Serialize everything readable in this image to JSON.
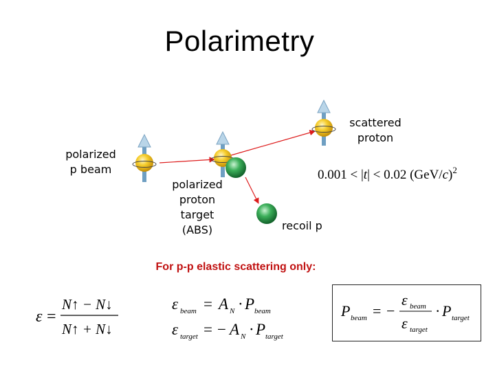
{
  "title": "Polarimetry",
  "labels": {
    "beam_line1": "polarized",
    "beam_line2": "p beam",
    "target_line1": "polarized",
    "target_line2": "proton",
    "target_line3": "target",
    "target_line4": "(ABS)",
    "scattered_line1": "scattered",
    "scattered_line2": "proton",
    "recoil": "recoil p"
  },
  "t_range": {
    "prefix": "0.001 < |",
    "variable": "t",
    "middle": "| < 0.02 (GeV/",
    "unit_var": "c",
    "suffix": ")",
    "exponent": "2"
  },
  "caption": "For p-p elastic scattering only:",
  "equations": {
    "epsilon": "ε",
    "N_minus": "N↑ − N↓",
    "N_plus": "N↑ + N↓",
    "eps_beam": "ε",
    "beam_sub": "beam",
    "eq": "=",
    "A_N": "A",
    "N_sub": "N",
    "dot": "·",
    "P": "P",
    "target_sub": "target",
    "minus": "−"
  },
  "colors": {
    "arrow_red": "#dd1c1c",
    "spin_yellow": "#f2c21a",
    "spin_arrow": "#8fb6d3",
    "recoil_green": "#2a9a4a",
    "caption_red": "#c01010"
  }
}
